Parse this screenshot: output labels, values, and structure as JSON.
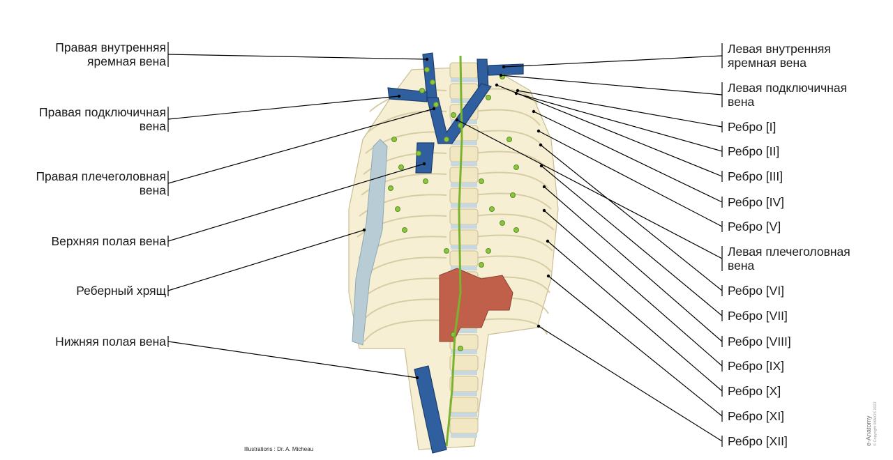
{
  "labels_left": [
    {
      "id": "l1",
      "lines": [
        "Правая внутренняя",
        "яремная вена"
      ]
    },
    {
      "id": "l2",
      "lines": [
        "Правая подключичная",
        "вена"
      ]
    },
    {
      "id": "l3",
      "lines": [
        "Правая плечеголовная",
        "вена"
      ]
    },
    {
      "id": "l4",
      "lines": [
        "Верхняя полая вена"
      ]
    },
    {
      "id": "l5",
      "lines": [
        "Реберный хрящ"
      ]
    },
    {
      "id": "l6",
      "lines": [
        "Нижняя полая вена"
      ]
    }
  ],
  "labels_right": [
    {
      "id": "r1",
      "lines": [
        "Левая внутренняя",
        "яремная вена"
      ]
    },
    {
      "id": "r2",
      "lines": [
        "Левая подключичная",
        "вена"
      ]
    },
    {
      "id": "r3",
      "lines": [
        "Ребро [I]"
      ]
    },
    {
      "id": "r4",
      "lines": [
        "Ребро [II]"
      ]
    },
    {
      "id": "r5",
      "lines": [
        "Ребро [III]"
      ]
    },
    {
      "id": "r6",
      "lines": [
        "Ребро [IV]"
      ]
    },
    {
      "id": "r7",
      "lines": [
        "Ребро [V]"
      ]
    },
    {
      "id": "r8",
      "lines": [
        "Левая плечеголовная",
        "вена"
      ]
    },
    {
      "id": "r9",
      "lines": [
        "Ребро [VI]"
      ]
    },
    {
      "id": "r10",
      "lines": [
        "Ребро [VII]"
      ]
    },
    {
      "id": "r11",
      "lines": [
        "Ребро [VIII]"
      ]
    },
    {
      "id": "r12",
      "lines": [
        "Ребро [IX]"
      ]
    },
    {
      "id": "r13",
      "lines": [
        "Ребро [X]"
      ]
    },
    {
      "id": "r14",
      "lines": [
        "Ребро [XI]"
      ]
    },
    {
      "id": "r15",
      "lines": [
        "Ребро [XII]"
      ]
    }
  ],
  "credit": "Illustrations : Dr. A. Micheau",
  "brand": {
    "name": "e-Anatomy",
    "copyright": "© Copyright IMAIOS 2022"
  },
  "colors": {
    "bone": "#f3ebc9",
    "vein": "#2f5f9e",
    "lymph": "#8cc63f",
    "cartilage": "#b8ccd6",
    "diaphragm": "#c0604a"
  }
}
